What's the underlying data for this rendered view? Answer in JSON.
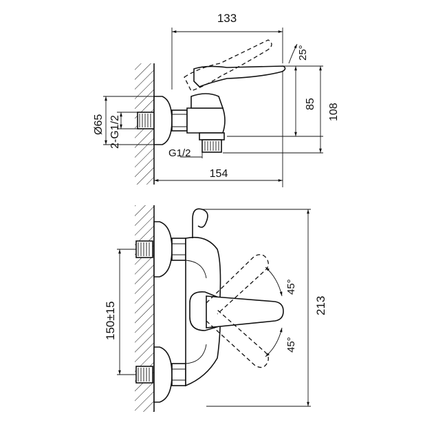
{
  "drawing": {
    "top_view": {
      "dim_width": "133",
      "dim_angle": "25°",
      "dim_height_inner": "85",
      "dim_height_outer": "108",
      "dim_depth": "154",
      "dim_diameter": "Ø65",
      "dim_inlet_thread": "2-G1/2",
      "dim_outlet_thread": "G1/2"
    },
    "front_view": {
      "dim_center_distance": "150±15",
      "dim_total_height": "213",
      "dim_angle_upper": "45°",
      "dim_angle_lower": "45°"
    }
  }
}
